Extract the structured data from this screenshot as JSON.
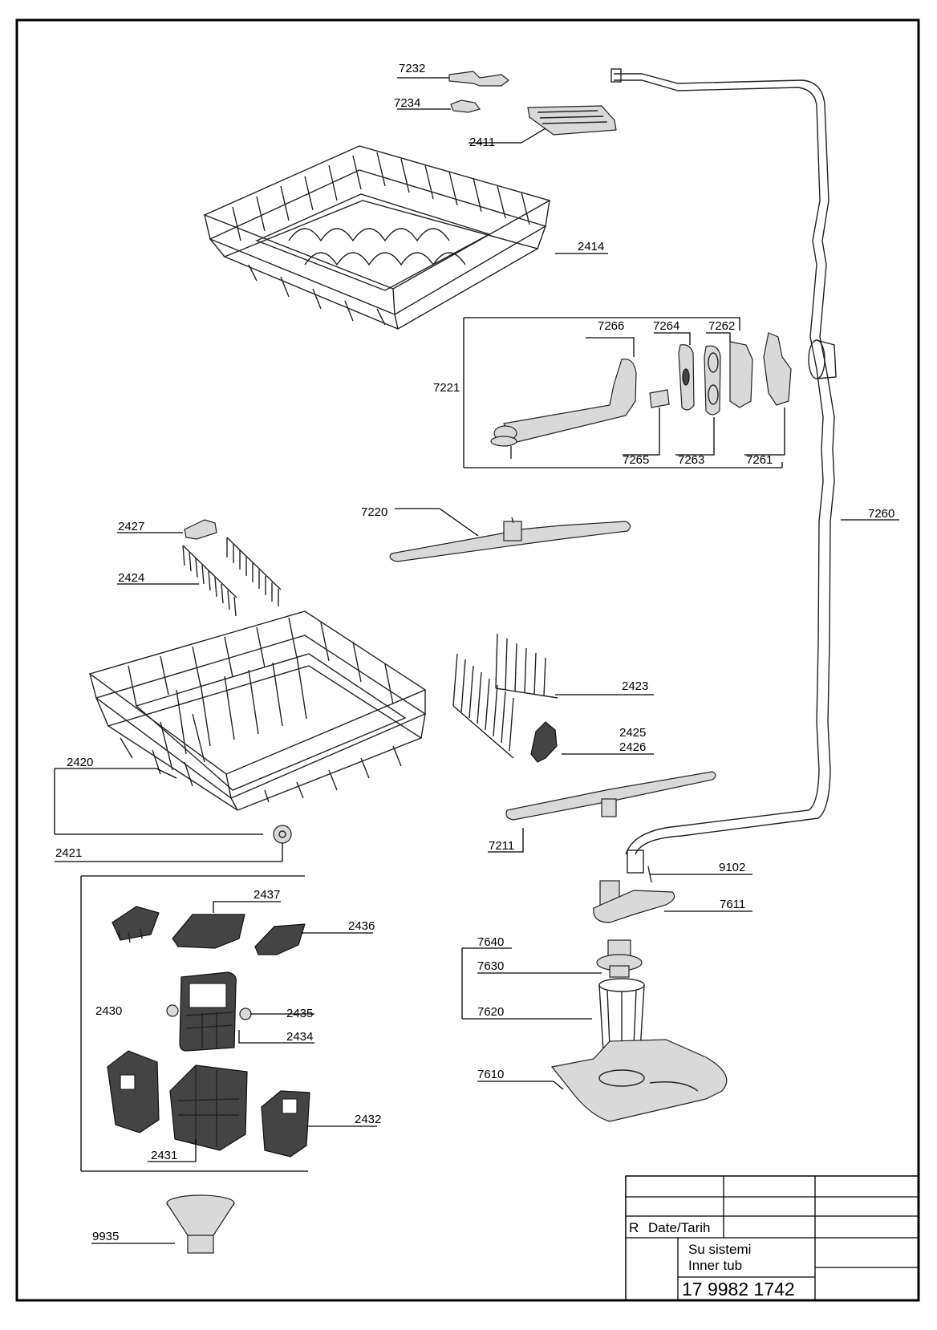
{
  "labels": {
    "p7232": "7232",
    "p7234": "7234",
    "p2411": "2411",
    "p2414": "2414",
    "p7266": "7266",
    "p7264": "7264",
    "p7262": "7262",
    "p7221": "7221",
    "p7265": "7265",
    "p7263": "7263",
    "p7261": "7261",
    "p7260": "7260",
    "p7220": "7220",
    "p2427": "2427",
    "p2424": "2424",
    "p2423": "2423",
    "p2425": "2425",
    "p2426": "2426",
    "p2420": "2420",
    "p7211": "7211",
    "p2421": "2421",
    "p9102": "9102",
    "p2437": "2437",
    "p7611": "7611",
    "p2436": "2436",
    "p7640": "7640",
    "p7630": "7630",
    "p2430": "2430",
    "p2435": "2435",
    "p7620": "7620",
    "p2434": "2434",
    "p7610": "7610",
    "p2432": "2432",
    "p2431": "2431",
    "p9935": "9935"
  },
  "title_block": {
    "revision": "R",
    "date_label": "Date/Tarih",
    "title_line1": "Su sistemi",
    "title_line2": "Inner tub",
    "drawing_number": "17 9982 1742"
  }
}
